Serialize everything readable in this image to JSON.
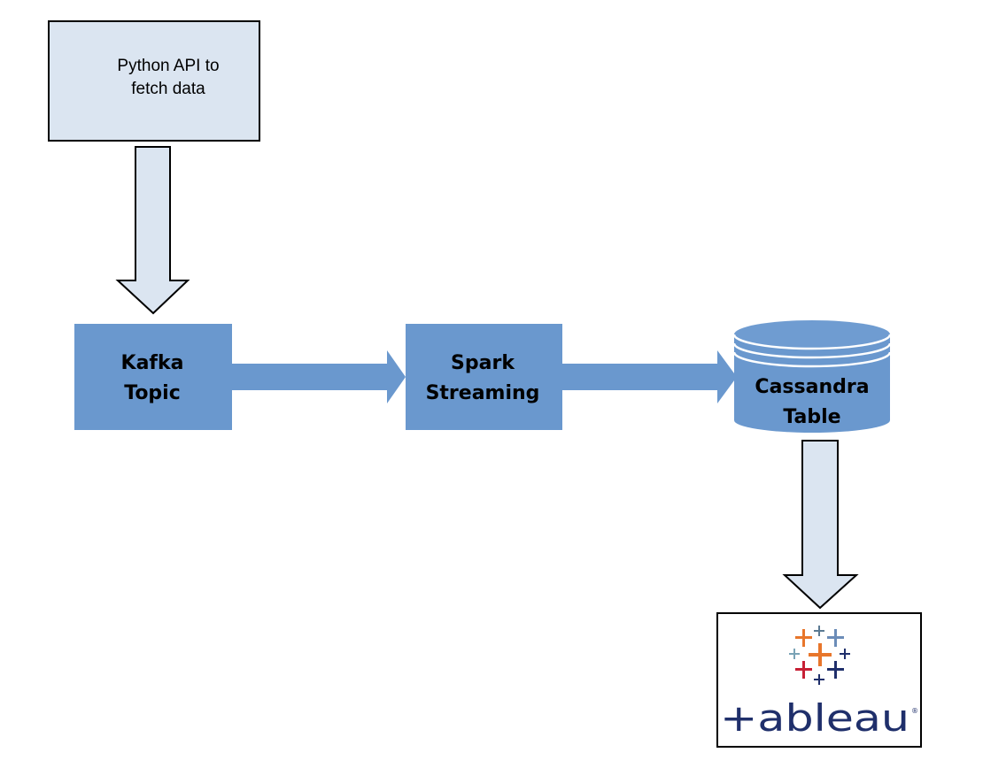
{
  "nodes": {
    "python_api": {
      "line1": "Python API to",
      "line2": "fetch data"
    },
    "kafka": {
      "line1": "Kafka",
      "line2": "Topic"
    },
    "spark": {
      "line1": "Spark",
      "line2": "Streaming"
    },
    "cassandra": {
      "line1": "Cassandra",
      "line2": "Table"
    },
    "tableau": {
      "wordmark": "+ableau",
      "registered": "®"
    }
  },
  "colors": {
    "light_box": "#dbe5f1",
    "block_fill": "#6a98ce",
    "block_fill_dark": "#5b89c2",
    "cylinder_top": "#6f9cd1",
    "outline": "#000000",
    "tableau_navy": "#1f2f6b",
    "tableau_orange": "#e8762b",
    "tableau_red": "#c72035",
    "tableau_slate": "#5b7a93",
    "tableau_blue": "#6b8cb8",
    "tableau_teal": "#7aa3b6"
  },
  "icons": [
    "tableau-cross-logo-icon"
  ]
}
